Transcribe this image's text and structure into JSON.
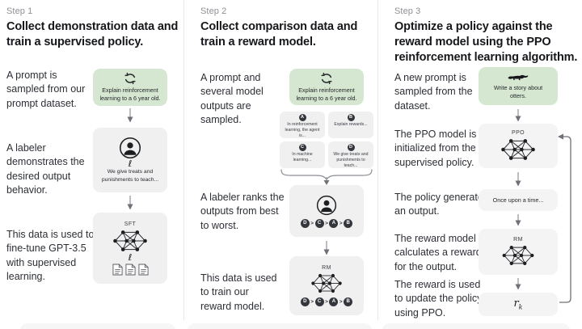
{
  "colors": {
    "background": "#ffffff",
    "green_box": "#d5e7d0",
    "gray_box": "#f0f0f1",
    "divider": "#e8e8ea",
    "heading_text": "#16171a",
    "body_text": "#2c2f35",
    "dark_circle": "#33363c"
  },
  "step1": {
    "label": "Step 1",
    "heading": "Collect demonstration data and train a supervised policy.",
    "caption_prompt": "A prompt is sampled from our prompt dataset.",
    "prompt_text": "Explain reinforcement learning to a 6 year old.",
    "caption_labeler": "A labeler demonstrates the desired output behavior.",
    "labeler_text": "We give treats and punishments to teach...",
    "caption_finetune": "This data is used to fine-tune GPT-3.5 with supervised learning.",
    "sft_label": "SFT",
    "pen_glyph": "ℓ"
  },
  "step2": {
    "label": "Step 2",
    "heading": "Collect comparison data and train a reward model.",
    "caption_prompt": "A prompt and several model outputs are sampled.",
    "prompt_text": "Explain reinforcement learning to a 6 year old.",
    "outputs": [
      {
        "letter": "A",
        "text": "In reinforcement learning, the agent is..."
      },
      {
        "letter": "B",
        "text": "Explain rewards..."
      },
      {
        "letter": "C",
        "text": "In machine learning..."
      },
      {
        "letter": "D",
        "text": "We give treats and punishments to teach..."
      }
    ],
    "caption_rank": "A labeler ranks the outputs from best to worst.",
    "ranking": [
      "D",
      "C",
      "A",
      "B"
    ],
    "rank_sep": ">",
    "caption_train": "This data is used to train our reward model.",
    "rm_label": "RM"
  },
  "step3": {
    "label": "Step 3",
    "heading": "Optimize a policy against the reward model using the PPO reinforcement learning algorithm.",
    "caption_prompt": "A new prompt is sampled from the dataset.",
    "prompt_text": "Write a story about otters.",
    "caption_ppo": "The PPO model is initialized from the supervised policy.",
    "ppo_label": "PPO",
    "caption_output": "The policy generates an output.",
    "output_text": "Once upon a time...",
    "caption_reward": "The reward model calculates a reward for the output.",
    "rm_label": "RM",
    "caption_update": "The reward is used to update the policy using PPO.",
    "reward_base": "r",
    "reward_sub": "k"
  }
}
